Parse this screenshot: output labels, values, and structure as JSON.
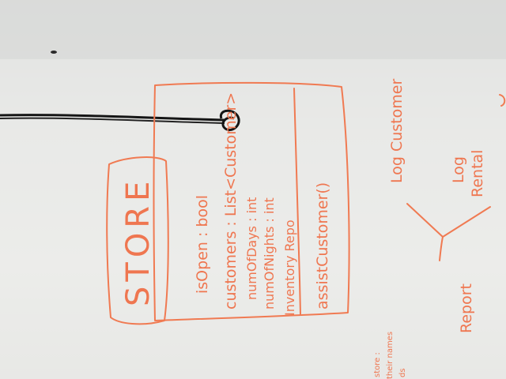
{
  "store_box": {
    "title": "STORE",
    "attributes": [
      "isOpen : bool",
      "customers : List<Customer>",
      "numOfDays : int",
      "numOfNights : int",
      "Inventory Repo",
      "assistCustomer()"
    ]
  },
  "right_side": {
    "log_customer": "Log Customer",
    "log_rental_line1": "Log",
    "log_rental_line2": "Rental",
    "report": "Report"
  },
  "bottom_left": {
    "line1": "store :",
    "line2": "their names",
    "line3": "ds"
  },
  "colors": {
    "ink": "#f07a52",
    "whiteboard": "#e9eae7",
    "string": "#151515"
  }
}
